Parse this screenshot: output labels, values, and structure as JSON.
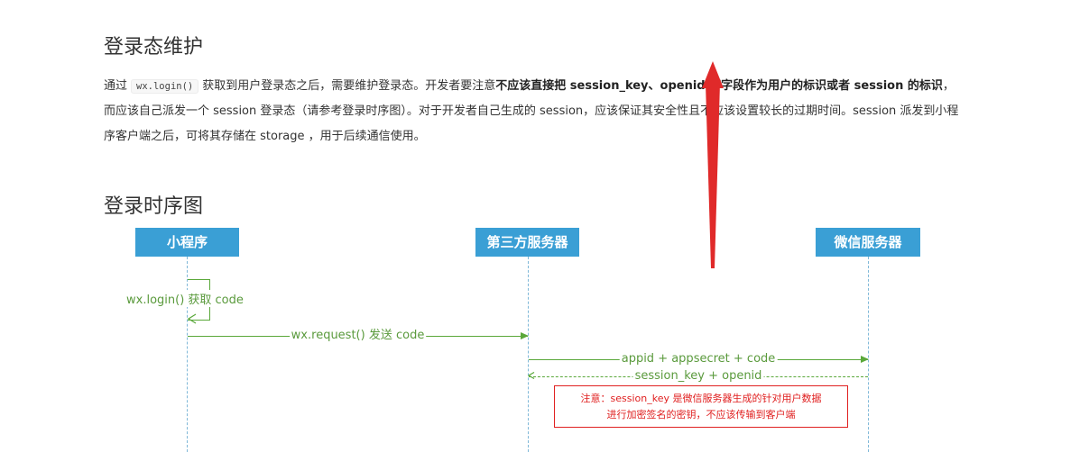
{
  "section1": {
    "heading": "登录态维护",
    "para": {
      "t1": "通过",
      "code": "wx.login()",
      "t2": "获取到用户登录态之后，需要维护登录态。开发者要注意",
      "bold1": "不应该直接把 session_key、openid 等字段作为用户的标识或者 session 的标识",
      "t3": "，而应该自己派发一个 session 登录态（请参考登录时序图）。对于开发者自己生成的 session，应该保证其安全性且不应该设置较长的过期时间。session 派发到小程序客户端之后，可将其存储在 storage ，用于后续通信使用。"
    }
  },
  "section2": {
    "heading": "登录时序图"
  },
  "diagram": {
    "actors": {
      "miniprogram": "小程序",
      "third_party": "第三方服务器",
      "wechat": "微信服务器"
    },
    "messages": {
      "self_login": "wx.login() 获取 code",
      "request": "wx.request() 发送 code",
      "appid": "appid + appsecret + code",
      "session": "session_key + openid"
    },
    "note": {
      "line1": "注意：session_key 是微信服务器生成的针对用户数据",
      "line2": "进行加密签名的密钥，不应该传输到客户端"
    },
    "colors": {
      "actor_box": "#3a9fd5",
      "message": "#5aa83a",
      "note": "#e02020",
      "callout_arrow": "#e02a2a"
    }
  }
}
